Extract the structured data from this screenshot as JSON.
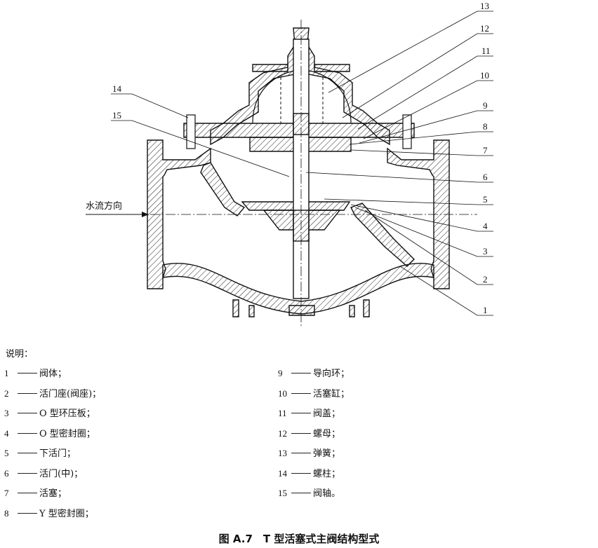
{
  "flow_label": "水流方向",
  "callout_numbers": [
    "1",
    "2",
    "3",
    "4",
    "5",
    "6",
    "7",
    "8",
    "9",
    "10",
    "11",
    "12",
    "13",
    "14",
    "15"
  ],
  "legend_title": "说明：",
  "legend_left": [
    {
      "num": "1",
      "text": "阀体；"
    },
    {
      "num": "2",
      "text": "活门座(阀座)；"
    },
    {
      "num": "3",
      "text": "O 型环压板；"
    },
    {
      "num": "4",
      "text": "O 型密封圈；"
    },
    {
      "num": "5",
      "text": "下活门；"
    },
    {
      "num": "6",
      "text": "活门(中)；"
    },
    {
      "num": "7",
      "text": "活塞；"
    },
    {
      "num": "8",
      "text": "Y 型密封圈；"
    }
  ],
  "legend_right": [
    {
      "num": "9",
      "text": "导向环；"
    },
    {
      "num": "10",
      "text": "活塞缸；"
    },
    {
      "num": "11",
      "text": "阀盖；"
    },
    {
      "num": "12",
      "text": "螺母；"
    },
    {
      "num": "13",
      "text": "弹簧；"
    },
    {
      "num": "14",
      "text": "螺柱；"
    },
    {
      "num": "15",
      "text": "阀轴。"
    }
  ],
  "caption": "图 A.7　T 型活塞式主阀结构型式"
}
